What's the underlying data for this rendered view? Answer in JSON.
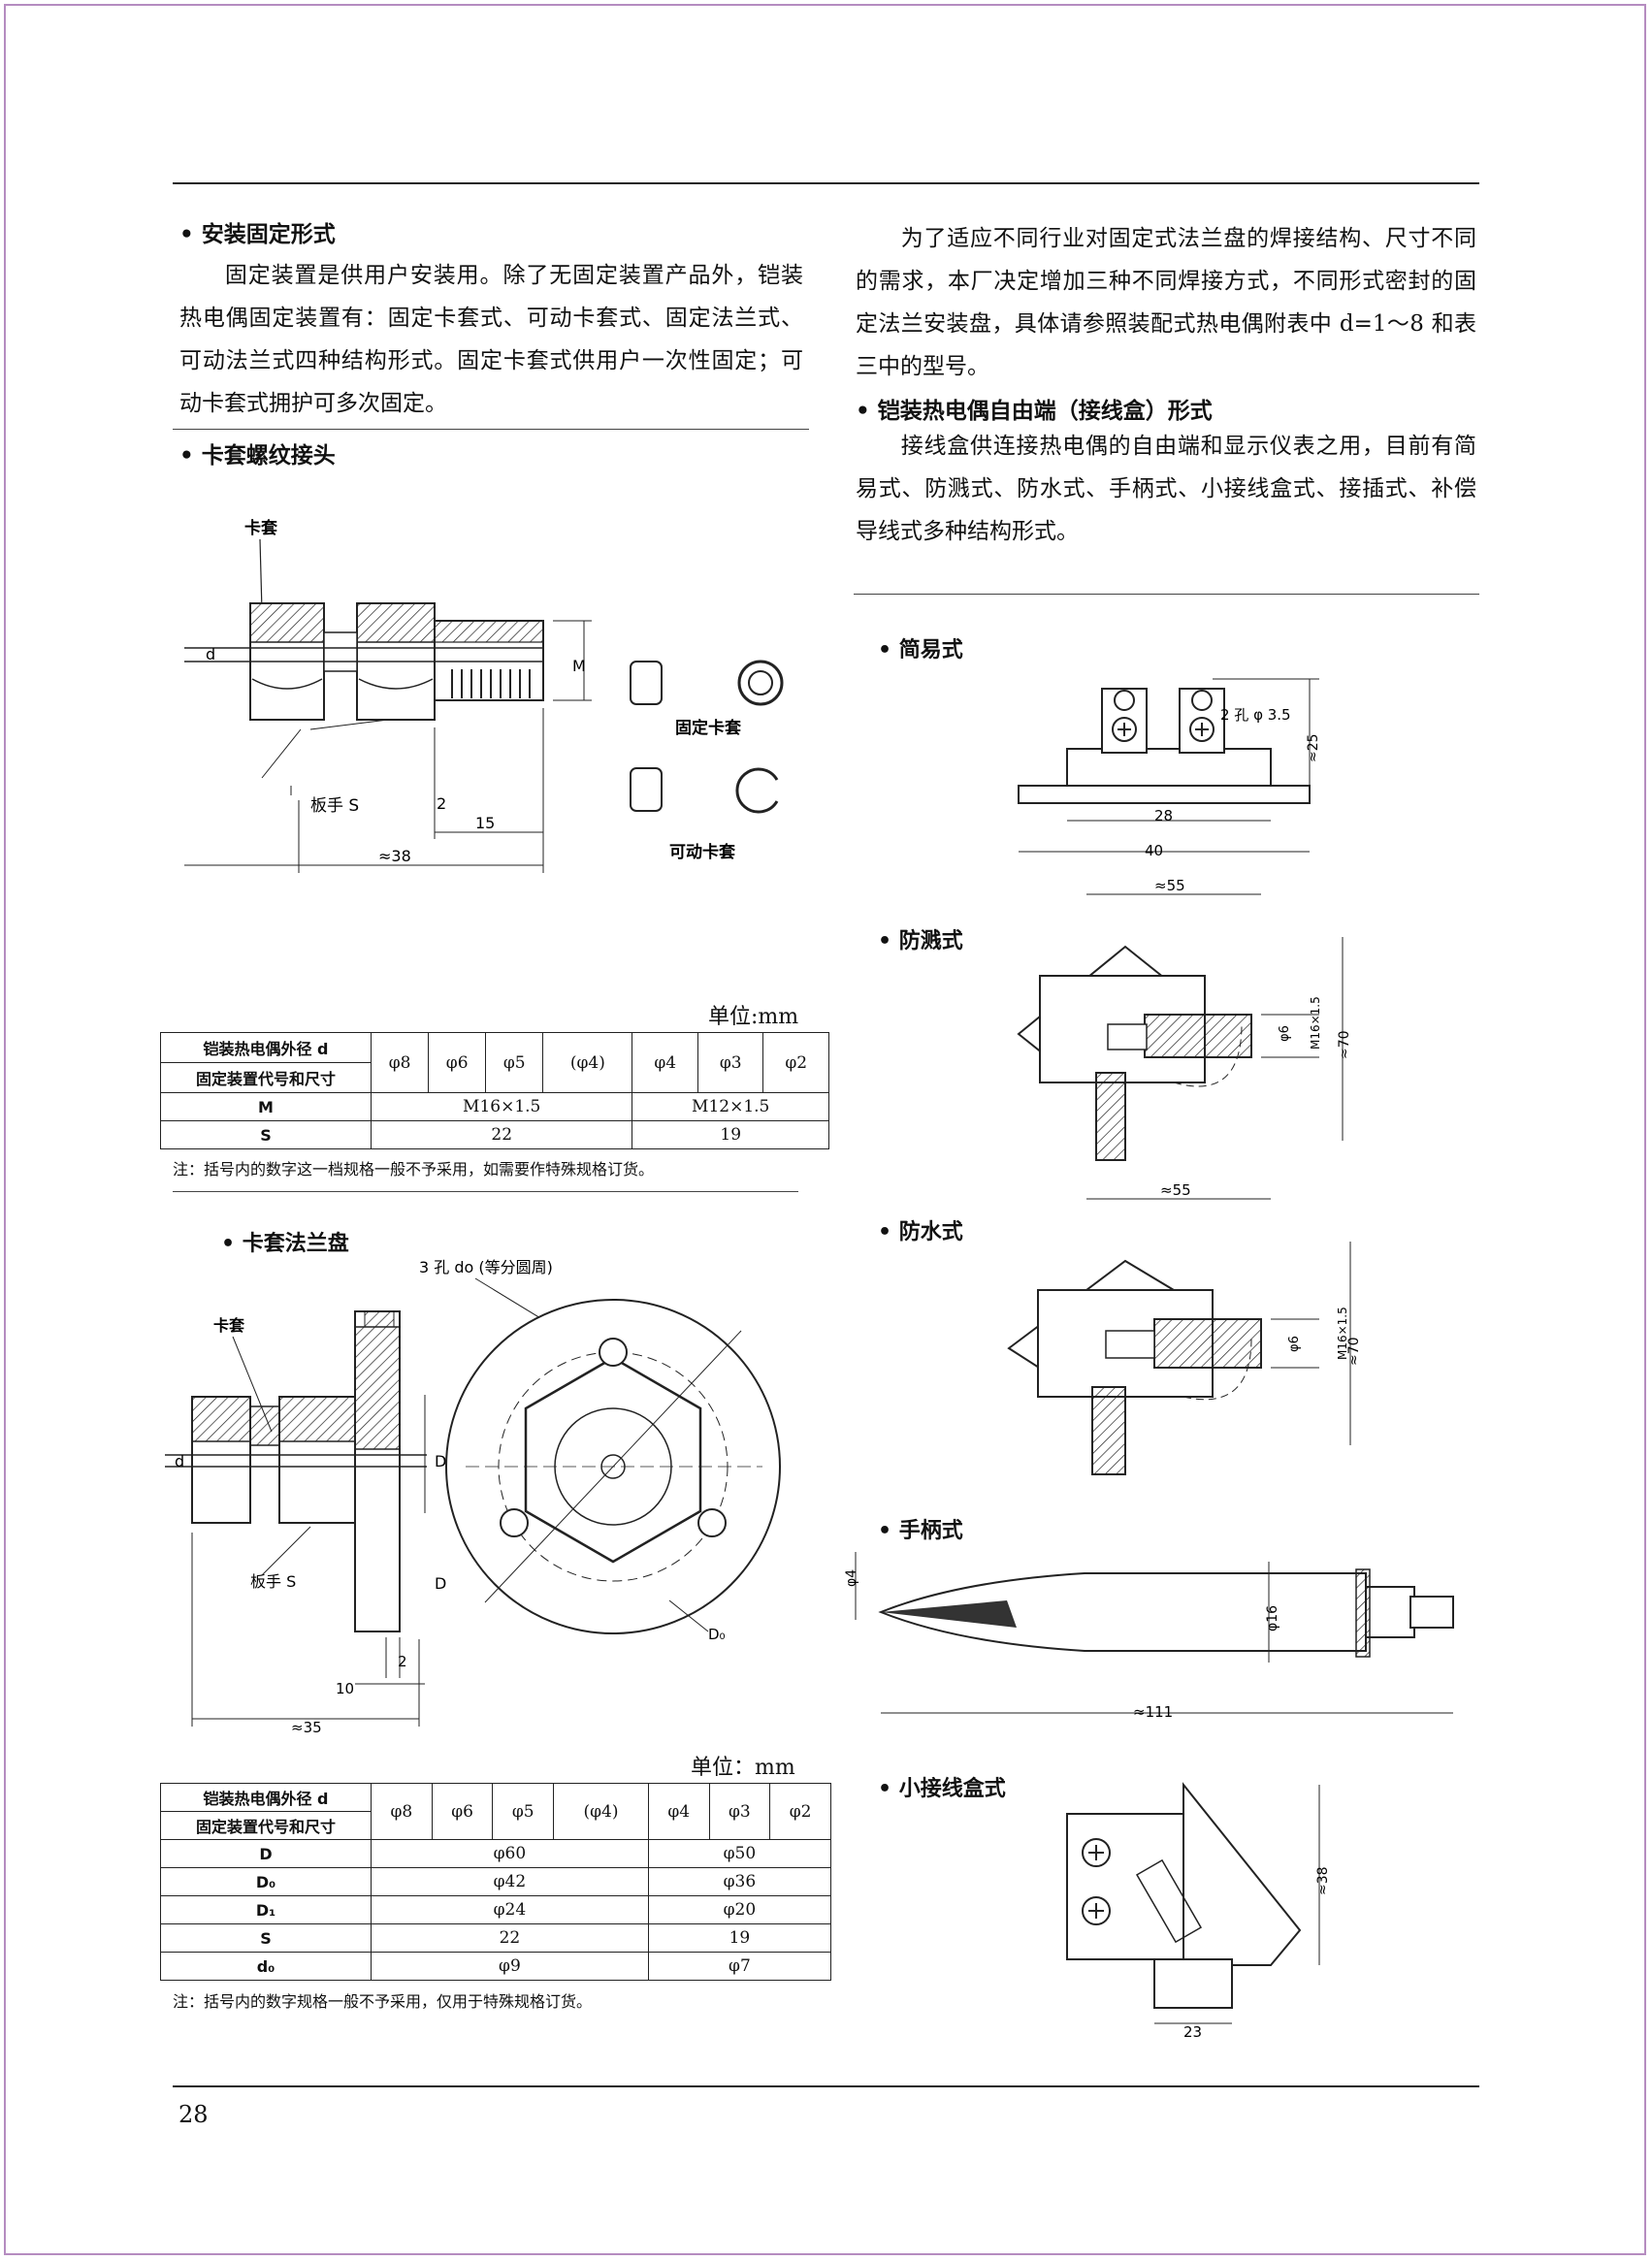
{
  "page_number": "28",
  "left": {
    "install_title": "• 安装固定形式",
    "install_para": "固定装置是供用户安装用。除了无固定装置产品外，铠装热电偶固定装置有：固定卡套式、可动卡套式、固定法兰式、可动法兰式四种结构形式。固定卡套式供用户一次性固定；可动卡套式拥护可多次固定。",
    "ferrule_title": "• 卡套螺纹接头",
    "fig1": {
      "label_ferrule": "卡套",
      "label_d": "d",
      "label_m": "M",
      "label_wrench": "板手 S",
      "dim_2": "2",
      "dim_15": "15",
      "dim_38": "≈38",
      "label_fixed": "固定卡套",
      "label_movable": "可动卡套"
    },
    "unit1": "单位:mm",
    "table1": {
      "header_top": "铠装热电偶外径 d",
      "header_bottom": "固定装置代号和尺寸",
      "diameters": [
        "φ8",
        "φ6",
        "φ5",
        "(φ4)",
        "φ4",
        "φ3",
        "φ2"
      ],
      "rows": [
        {
          "label": "M",
          "group1": "M16×1.5",
          "group2": "M12×1.5"
        },
        {
          "label": "S",
          "group1": "22",
          "group2": "19"
        }
      ]
    },
    "note1": "注：括号内的数字这一档规格一般不予采用，如需要作特殊规格订货。",
    "flange_title": "• 卡套法兰盘",
    "fig2": {
      "label_holes": "3 孔 do (等分圆周)",
      "label_ferrule": "卡套",
      "label_d": "d",
      "label_d1": "D₁",
      "label_wrench": "板手 S",
      "label_D": "D",
      "label_D0": "D₀",
      "dim_2": "2",
      "dim_10": "10",
      "dim_35": "≈35"
    },
    "unit2": "单位：mm",
    "table2": {
      "header_top": "铠装热电偶外径 d",
      "header_bottom": "固定装置代号和尺寸",
      "diameters": [
        "φ8",
        "φ6",
        "φ5",
        "(φ4)",
        "φ4",
        "φ3",
        "φ2"
      ],
      "rows": [
        {
          "label": "D",
          "group1": "φ60",
          "group2": "φ50"
        },
        {
          "label": "D₀",
          "group1": "φ42",
          "group2": "φ36"
        },
        {
          "label": "D₁",
          "group1": "φ24",
          "group2": "φ20"
        },
        {
          "label": "S",
          "group1": "22",
          "group2": "19"
        },
        {
          "label": "d₀",
          "group1": "φ9",
          "group2": "φ7"
        }
      ]
    },
    "note2": "注：括号内的数字规格一般不予采用，仅用于特殊规格订货。"
  },
  "right": {
    "intro_para": "为了适应不同行业对固定式法兰盘的焊接结构、尺寸不同的需求，本厂决定增加三种不同焊接方式，不同形式密封的固定法兰安装盘，具体请参照装配式热电偶附表中 d=1～8 和表三中的型号。",
    "box_title": "• 铠装热电偶自由端（接线盒）形式",
    "box_para": "接线盒供连接热电偶的自由端和显示仪表之用，目前有简易式、防溅式、防水式、手柄式、小接线盒式、接插式、补偿导线式多种结构形式。",
    "types": [
      {
        "title": "• 简易式",
        "dims": [
          "2 孔 φ 3.5",
          "≈25",
          "28",
          "40"
        ]
      },
      {
        "title": "• 防溅式",
        "dims": [
          "≈55",
          "φ6",
          "M16×1.5",
          "≈70"
        ]
      },
      {
        "title": "• 防水式",
        "dims": [
          "≈55",
          "φ6",
          "M16×1.5",
          "≈70"
        ]
      },
      {
        "title": "• 手柄式",
        "dims": [
          "φ4",
          "φ16",
          "≈111"
        ]
      },
      {
        "title": "• 小接线盒式",
        "dims": [
          "≈38",
          "23"
        ]
      }
    ]
  }
}
